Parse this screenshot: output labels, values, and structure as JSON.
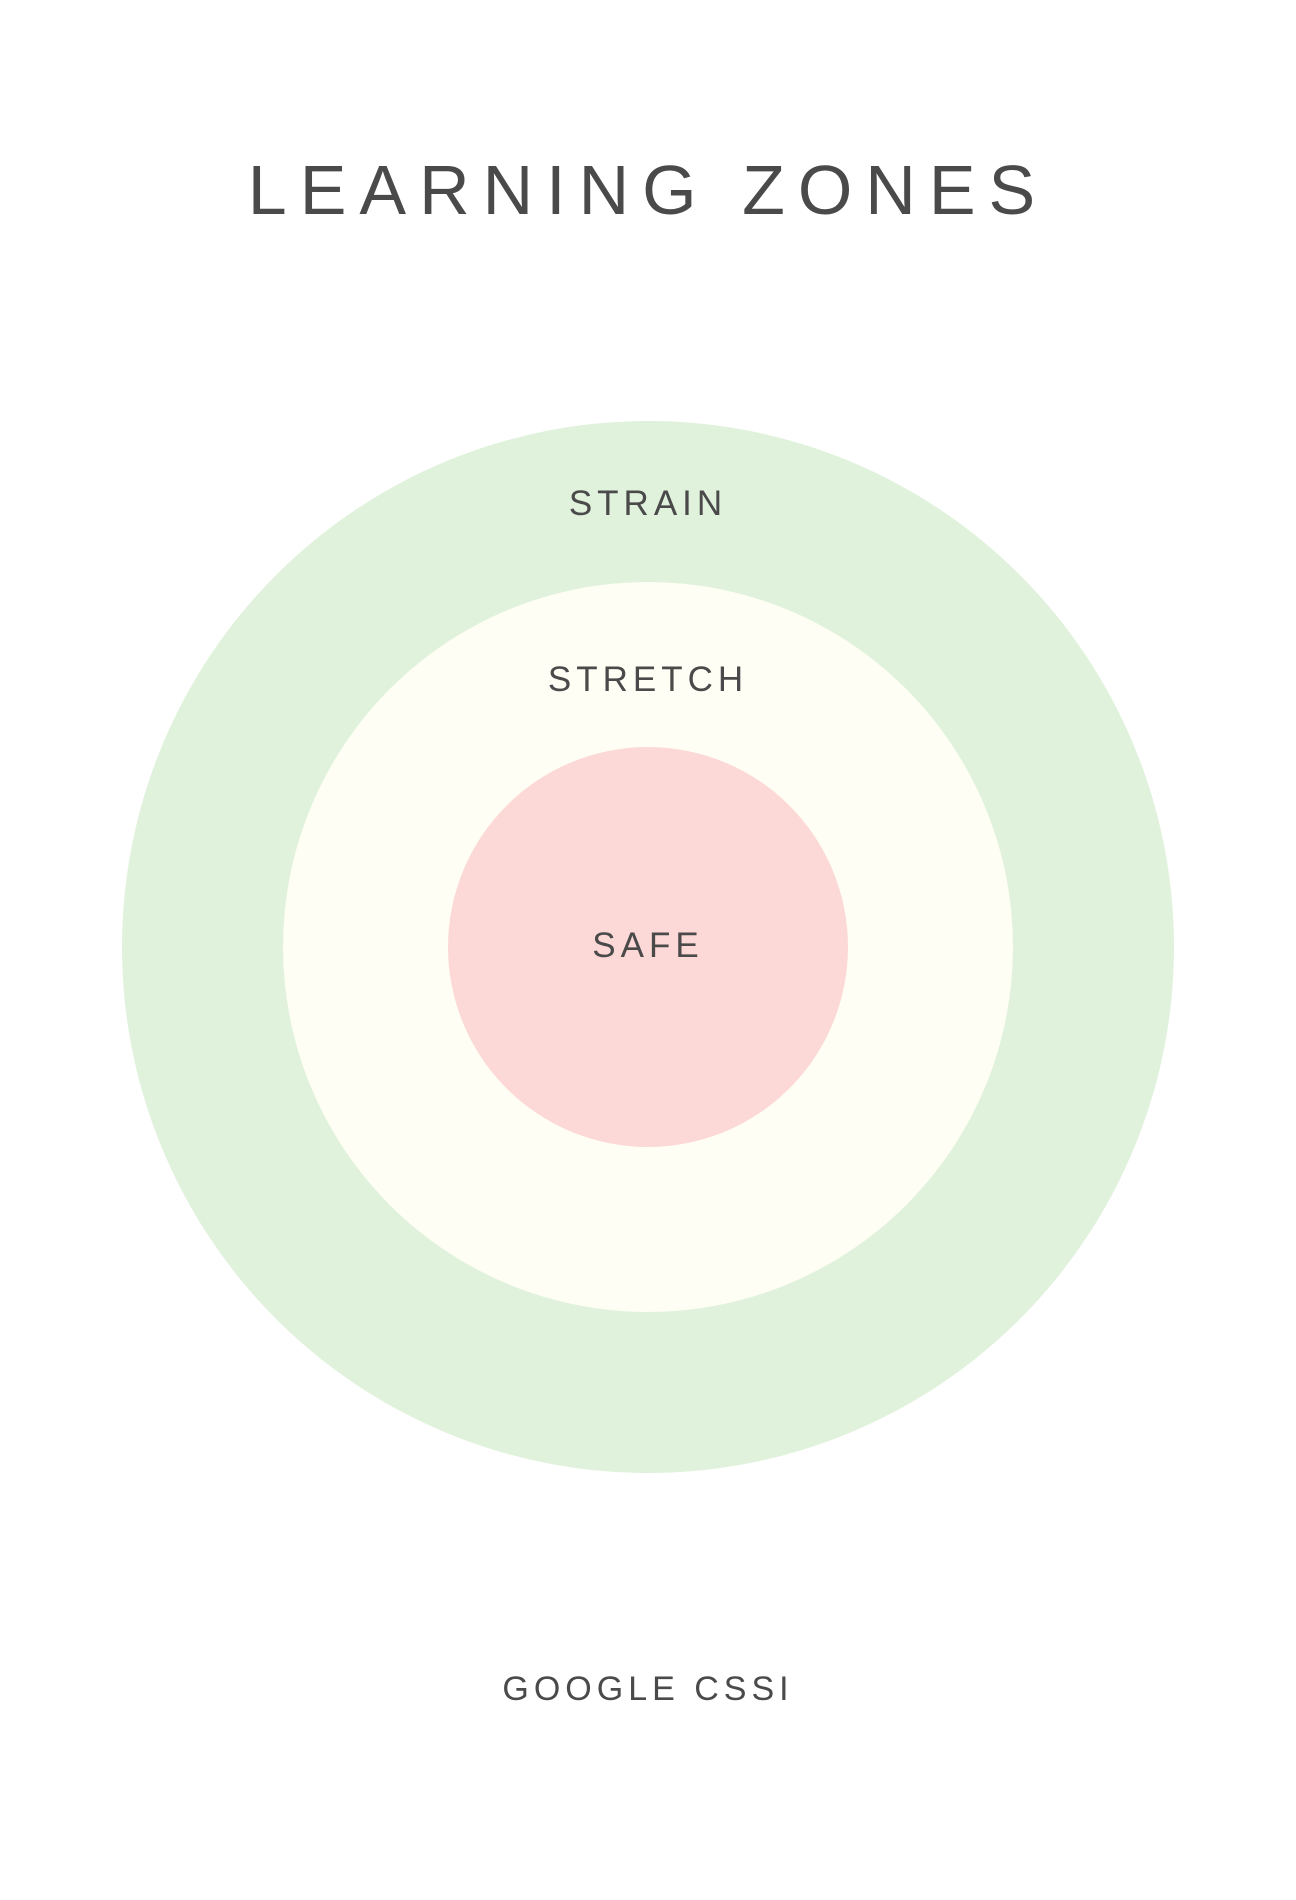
{
  "title": "LEARNING ZONES",
  "zones": [
    {
      "label": "STRAIN",
      "color": "#e0f2dc"
    },
    {
      "label": "STRETCH",
      "color": "#fefef4"
    },
    {
      "label": "SAFE",
      "color": "#fcd9d6"
    }
  ],
  "footer": "GOOGLE CSSI",
  "colors": {
    "text": "#4a4a4a",
    "background": "#ffffff"
  }
}
